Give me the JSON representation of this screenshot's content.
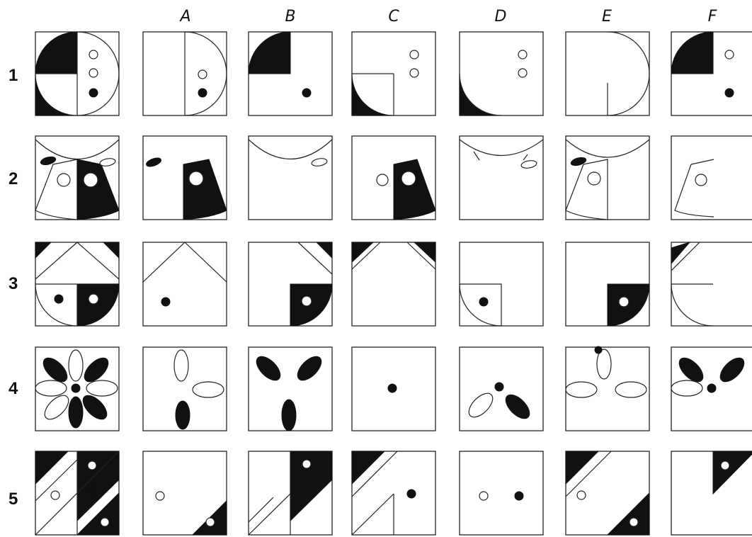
{
  "columns": [
    "A",
    "B",
    "C",
    "D",
    "E",
    "F"
  ],
  "rows": [
    "1",
    "2",
    "3",
    "4",
    "5"
  ],
  "colors": {
    "ink": "#111111",
    "paper": "#ffffff"
  }
}
